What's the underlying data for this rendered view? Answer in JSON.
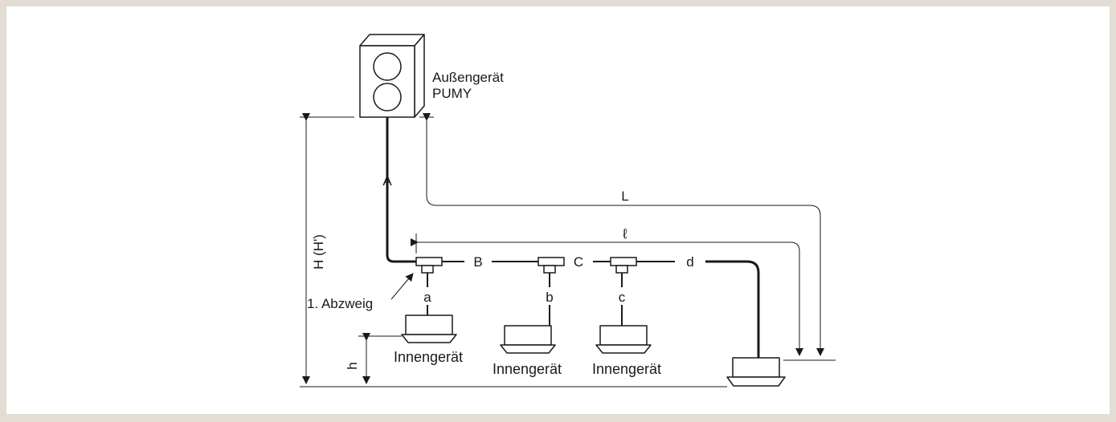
{
  "diagram": {
    "outdoor_unit": {
      "label_line1": "Außengerät",
      "label_line2": "PUMY"
    },
    "pipe_labels": {
      "A": "A",
      "B": "B",
      "C": "C",
      "d": "d",
      "a": "a",
      "b": "b",
      "c": "c"
    },
    "dimension_labels": {
      "total_length": "L",
      "branch_length": "ℓ",
      "height_outdoor_indoor": "H (H')",
      "height_indoor_indoor": "h"
    },
    "first_branch_label": "1. Abzweig",
    "indoor_unit_label": "Innengerät"
  },
  "colors": {
    "background": "#e3ddd3",
    "canvas": "#ffffff",
    "line": "#1a1a1a"
  }
}
